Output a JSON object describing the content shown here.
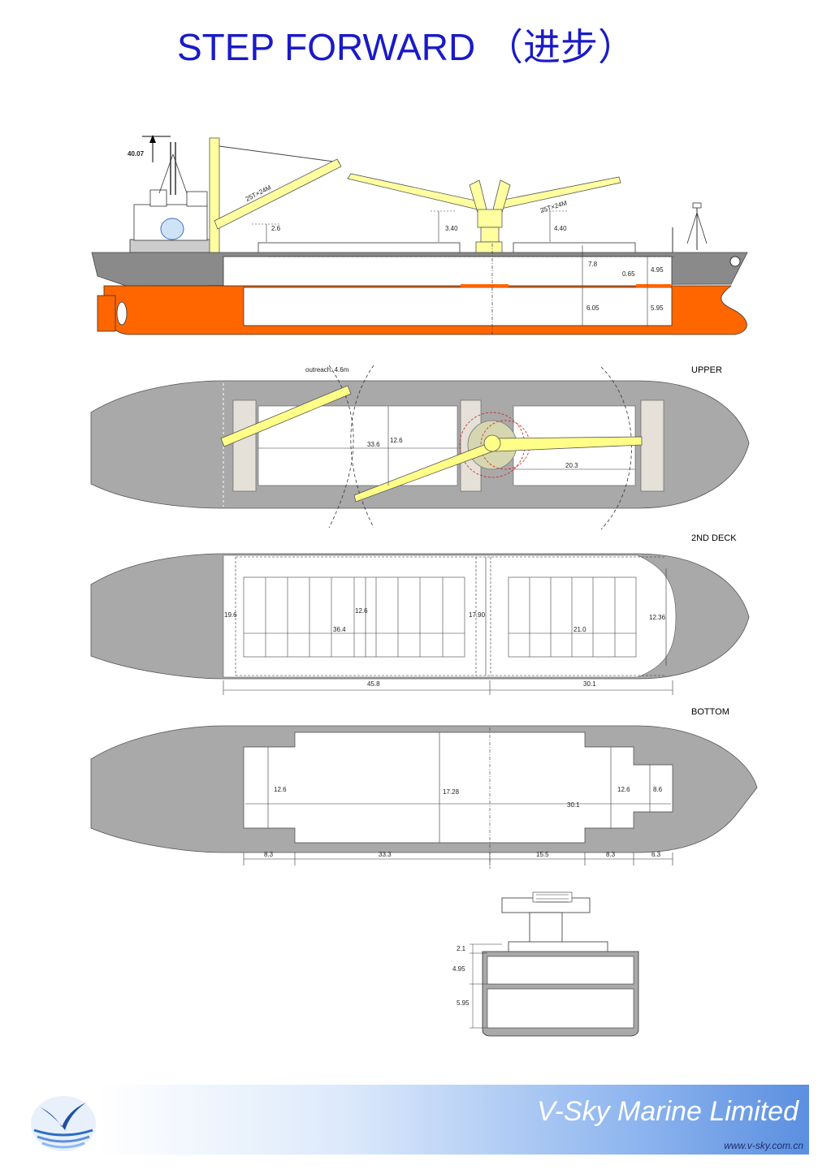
{
  "title": "STEP FORWARD  （进步）",
  "colors": {
    "title": "#1a1ac8",
    "hull_gray": "#8a8a8a",
    "deck_gray": "#a9a9a9",
    "orange": "#ff6600",
    "crane_yellow": "#ffffa0",
    "footer_blue": "#5b8fe0"
  },
  "profile": {
    "height_label": "40.07",
    "crane_label_1": "25T×24M",
    "crane_label_2": "25T×24M",
    "dims": {
      "d1": "2.6",
      "d2": "3.40",
      "d3": "4.40",
      "d4": "7.8",
      "d5": "0.65",
      "d6": "4.95",
      "d7": "6.05",
      "d8": "5.95"
    }
  },
  "upper": {
    "section_label": "UPPER",
    "outreach_label": "outreach: 4.6m",
    "dims": {
      "length1": "33.6",
      "width1": "12.6",
      "length2": "20.3"
    }
  },
  "second_deck": {
    "section_label": "2ND DECK",
    "dims": {
      "beam": "19.6",
      "width1": "12.6",
      "length1": "36.4",
      "beam2": "17.90",
      "length2": "21.0",
      "width2": "12.36",
      "overall1": "45.8",
      "overall2": "30.1"
    }
  },
  "bottom": {
    "section_label": "BOTTOM",
    "dims": {
      "width1": "12.6",
      "beam": "17.28",
      "length": "30.1",
      "width2": "12.6",
      "width3": "8.6",
      "s1": "8.3",
      "s2": "33.3",
      "s3": "15.5",
      "s4": "8.3",
      "s5": "6.3"
    }
  },
  "section_view": {
    "dims": {
      "h1": "2.1",
      "h2": "4.95",
      "h3": "5.95"
    }
  },
  "footer": {
    "company": "V-Sky Marine Limited",
    "website": "www.v-sky.com.cn"
  }
}
